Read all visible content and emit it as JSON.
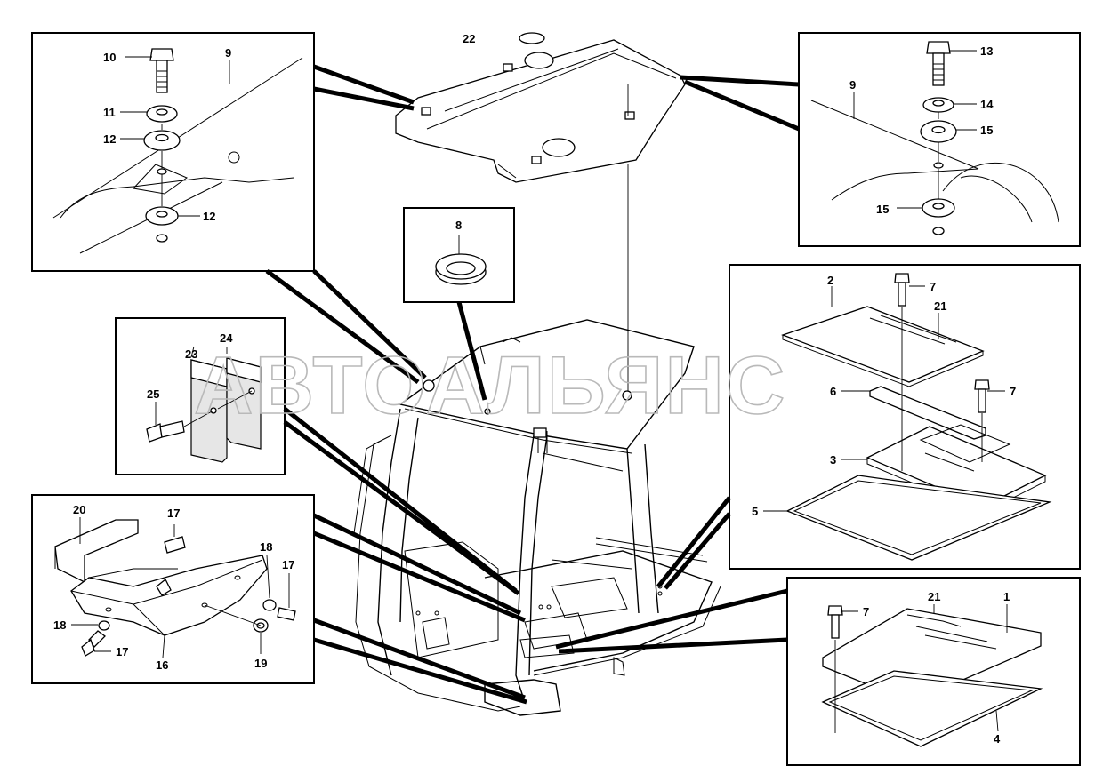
{
  "watermark": "АВТОАЛЬЯНС",
  "callouts": {
    "c1": "1",
    "c2": "2",
    "c3": "3",
    "c4": "4",
    "c5": "5",
    "c6": "6",
    "c7a": "7",
    "c7b": "7",
    "c7c": "7",
    "c8": "8",
    "c9a": "9",
    "c9b": "9",
    "c10": "10",
    "c11": "11",
    "c12a": "12",
    "c12b": "12",
    "c13": "13",
    "c14": "14",
    "c15a": "15",
    "c15b": "15",
    "c16": "16",
    "c17a": "17",
    "c17b": "17",
    "c17c": "17",
    "c18a": "18",
    "c18b": "18",
    "c19": "19",
    "c20": "20",
    "c21a": "21",
    "c21b": "21",
    "c22": "22",
    "c23": "23",
    "c24": "24",
    "c25": "25"
  }
}
